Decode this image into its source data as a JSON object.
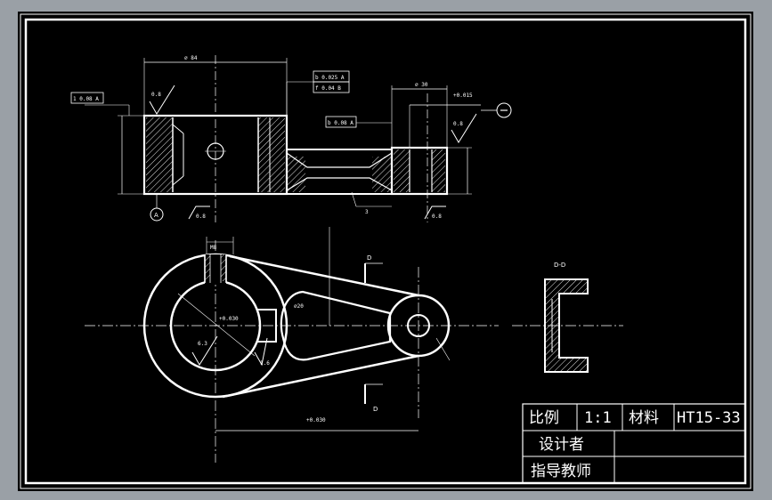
{
  "colors": {
    "window_frame": "#9aa0a6",
    "paper": "#000000",
    "line": "#ffffff"
  },
  "title_block": {
    "scale_label": "比例",
    "scale_value": "1:1",
    "material_label": "材料",
    "material_value": "HT15-33",
    "designer_label": "设计者",
    "advisor_label": "指导教师"
  },
  "section_label": "D-D",
  "section_marks": [
    "D",
    "D"
  ],
  "datum_label": "A",
  "roughness": [
    "0.8",
    "0.8",
    "0.8",
    "0.8",
    "1.6",
    "6.3"
  ],
  "dims_front": {
    "top_overall": "⌀ 84",
    "top_right": "⌀ 30",
    "tol_right": "+0.015",
    "frame_left": "1  0.08  A",
    "frame_top_a": "b  0.025  A",
    "frame_top_b": "f  0.04  B",
    "frame_mid": "b  0.08  A",
    "small_3": "3"
  },
  "dims_top": {
    "m8": "M8",
    "bottom_dim": "+0.030",
    "slot": "⌀20",
    "tol_top": "+0.030"
  }
}
